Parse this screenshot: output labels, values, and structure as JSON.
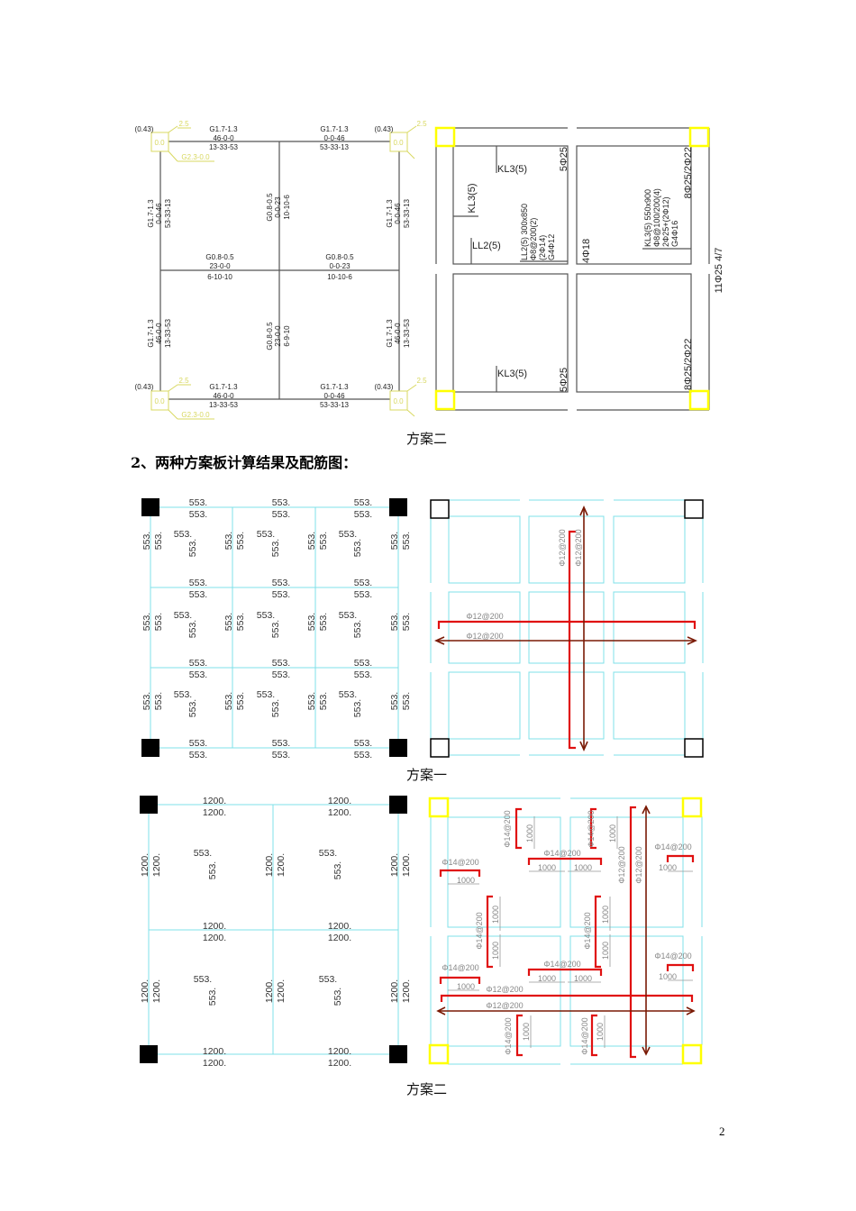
{
  "captions": {
    "scheme_two": "方案二",
    "scheme_one": "方案一"
  },
  "heading": "2、两种方案板计算结果及配筋图：",
  "page_number": "2",
  "fig1": {
    "col_elev": "(0.43)",
    "col_box": "0.0",
    "col_top": "2.5",
    "col_bot": "G2.3-0.0",
    "main_beam": "G1.7-1.3",
    "sec_beam": "G0.8-0.5",
    "s_46_0_0": "46-0-0",
    "s_0_0_46": "0-0-46",
    "s_13_33_53": "13-33-53",
    "s_53_33_13": "53-33-13",
    "s_23_0_0": "23-0-0",
    "s_0_0_23": "0-0-23",
    "s_6_10_10": "6-10-10",
    "s_10_10_6": "10-10-6",
    "s_6_9_10": "6-9-10"
  },
  "fig2": {
    "kl3": "KL3(5)",
    "ll2": "LL2(5)",
    "ll2_spec": [
      "LL2(5) 300x850",
      "Φ8@200(2)",
      "(2Φ14)",
      "G4Φ12"
    ],
    "kl3_spec": [
      "KL3(5) 550x900",
      "Φ8@100/200(4)",
      "2Φ25+(2Φ12)",
      "G4Φ16"
    ],
    "r_5_25": "5Φ25",
    "r_8_25": "8Φ25/2Φ22",
    "r_4_18": "4Φ18",
    "r_11_25": "11Φ25 4/7"
  },
  "fig3": {
    "value": "553.",
    "rebar": "Φ12@200"
  },
  "fig4": {
    "edge": "1200.",
    "mid": "553.",
    "rebar14": "Φ14@200",
    "rebar12": "Φ12@200",
    "dim": "1000"
  },
  "colors": {
    "column_yellow": "#ffff00",
    "grid_cyan": "#7fe0e8",
    "rebar_red": "#e01010",
    "rebar_brown": "#7a1a05"
  }
}
